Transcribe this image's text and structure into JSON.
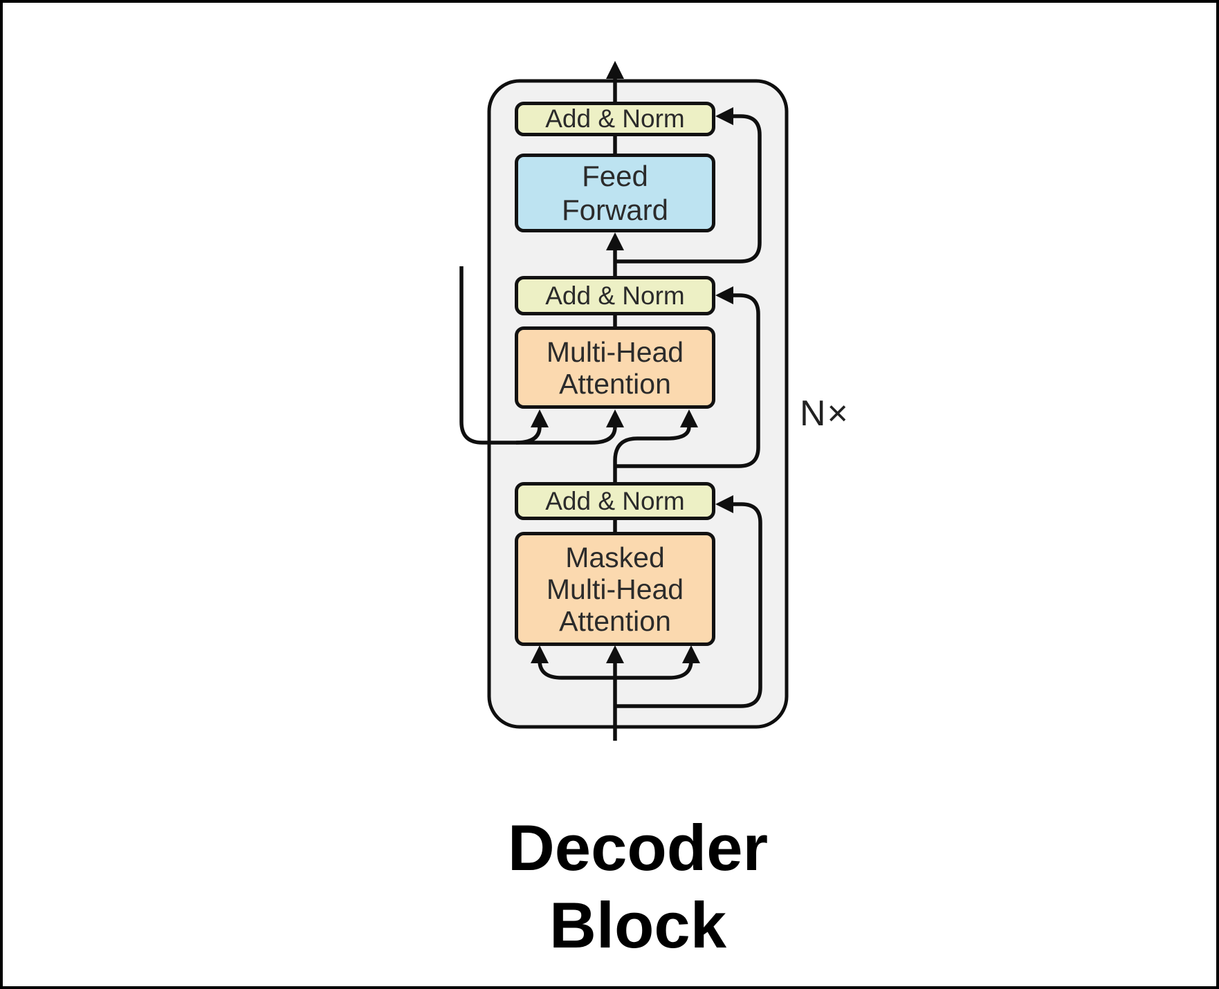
{
  "figure": {
    "title": "Decoder\nBlock",
    "repeat_label": "N×",
    "boxes": {
      "add_norm_top": "Add & Norm",
      "feed_forward": "Feed\nForward",
      "add_norm_middle": "Add & Norm",
      "multi_head_attention": "Multi-Head\nAttention",
      "add_norm_bottom": "Add & Norm",
      "masked_multi_head_attention": "Masked\nMulti-Head\nAttention"
    },
    "colors": {
      "add_norm_fill": "#EDF0C5",
      "feed_forward_fill": "#BDE3F1",
      "attention_fill": "#FBD9AF",
      "container_fill": "#F1F1F1",
      "line_color": "#0F0F0F"
    }
  }
}
